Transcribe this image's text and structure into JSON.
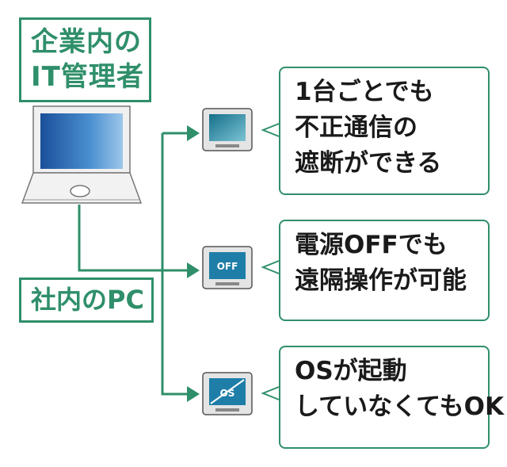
{
  "admin_label": {
    "line1": "企業内の",
    "line2": "IT管理者"
  },
  "pc_label": "社内のPC",
  "device_badges": {
    "off": "OFF",
    "os": "OS"
  },
  "callouts": [
    {
      "lines": [
        "1台ごとでも",
        "不正通信の",
        "遮断ができる"
      ]
    },
    {
      "lines": [
        "電源OFFでも",
        "遠隔操作が可能"
      ]
    },
    {
      "lines": [
        "OSが起動",
        "していなくてもOK"
      ]
    }
  ],
  "colors": {
    "accent": "#2f8f6a",
    "screen": "#1f7ea8",
    "text": "#1a1a1a"
  }
}
